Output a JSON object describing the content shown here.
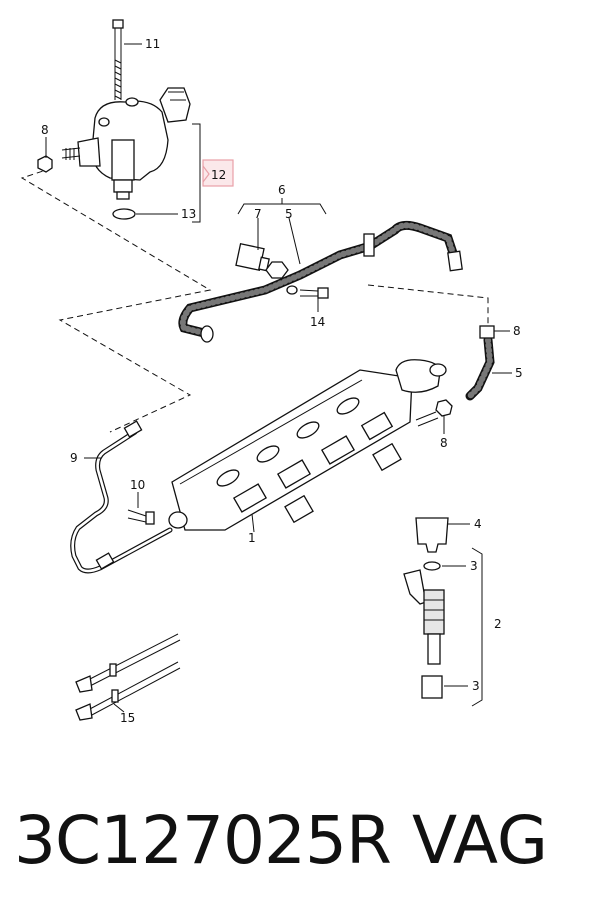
{
  "callouts": {
    "c1": "1",
    "c2": "2",
    "c3a": "3",
    "c3b": "3",
    "c4": "4",
    "c5a": "5",
    "c5b": "5",
    "c6": "6",
    "c7": "7",
    "c8a": "8",
    "c8b": "8",
    "c8c": "8",
    "c9": "9",
    "c10": "10",
    "c11": "11",
    "c12": "12",
    "c13": "13",
    "c14": "14",
    "c15": "15"
  },
  "highlight_color": "#e8a0a8",
  "footer": {
    "part_number": "3C127025R",
    "brand": "VAG"
  }
}
